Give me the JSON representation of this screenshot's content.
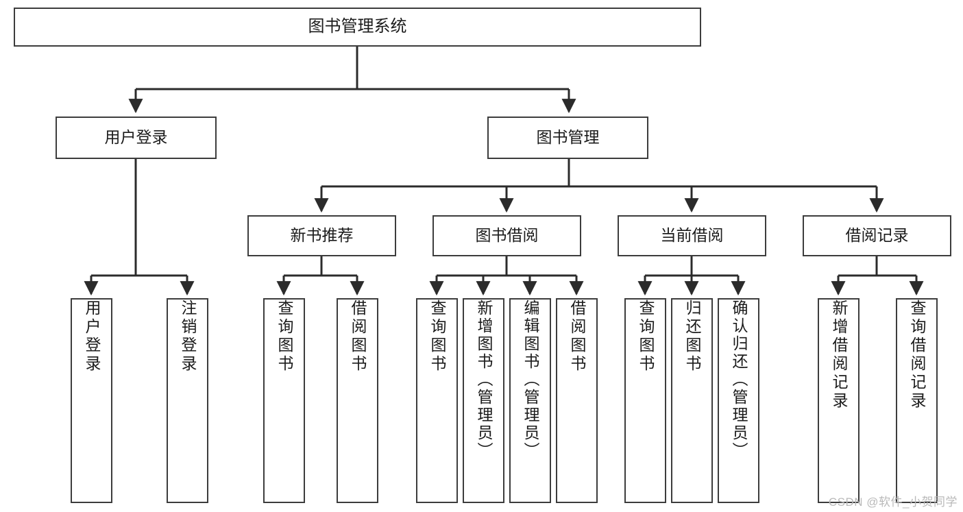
{
  "diagram": {
    "title": "图书管理系统",
    "type": "tree",
    "watermark": "CSDN @软件_小贺同学",
    "colors": {
      "box_stroke": "#3c3c3c",
      "box_fill": "#ffffff",
      "connector": "#2b2b2b",
      "text": "#1b1b1b",
      "watermark": "#b9b9b9"
    },
    "root": {
      "label": "图书管理系统"
    },
    "level2": [
      {
        "label": "用户登录"
      },
      {
        "label": "图书管理"
      }
    ],
    "level3": [
      {
        "label": "新书推荐"
      },
      {
        "label": "图书借阅"
      },
      {
        "label": "当前借阅"
      },
      {
        "label": "借阅记录"
      }
    ],
    "leaves": {
      "user_login": [
        {
          "label": "用户登录"
        },
        {
          "label": "注销登录"
        }
      ],
      "new_book_recommend": [
        {
          "label": "查询图书"
        },
        {
          "label": "借阅图书"
        }
      ],
      "book_borrow": [
        {
          "label": "查询图书"
        },
        {
          "label": "新增图书（管理员）"
        },
        {
          "label": "编辑图书（管理员）"
        },
        {
          "label": "借阅图书"
        }
      ],
      "current_borrow": [
        {
          "label": "查询图书"
        },
        {
          "label": "归还图书"
        },
        {
          "label": "确认归还（管理员）"
        }
      ],
      "borrow_record": [
        {
          "label": "新增借阅记录"
        },
        {
          "label": "查询借阅记录"
        }
      ]
    }
  }
}
